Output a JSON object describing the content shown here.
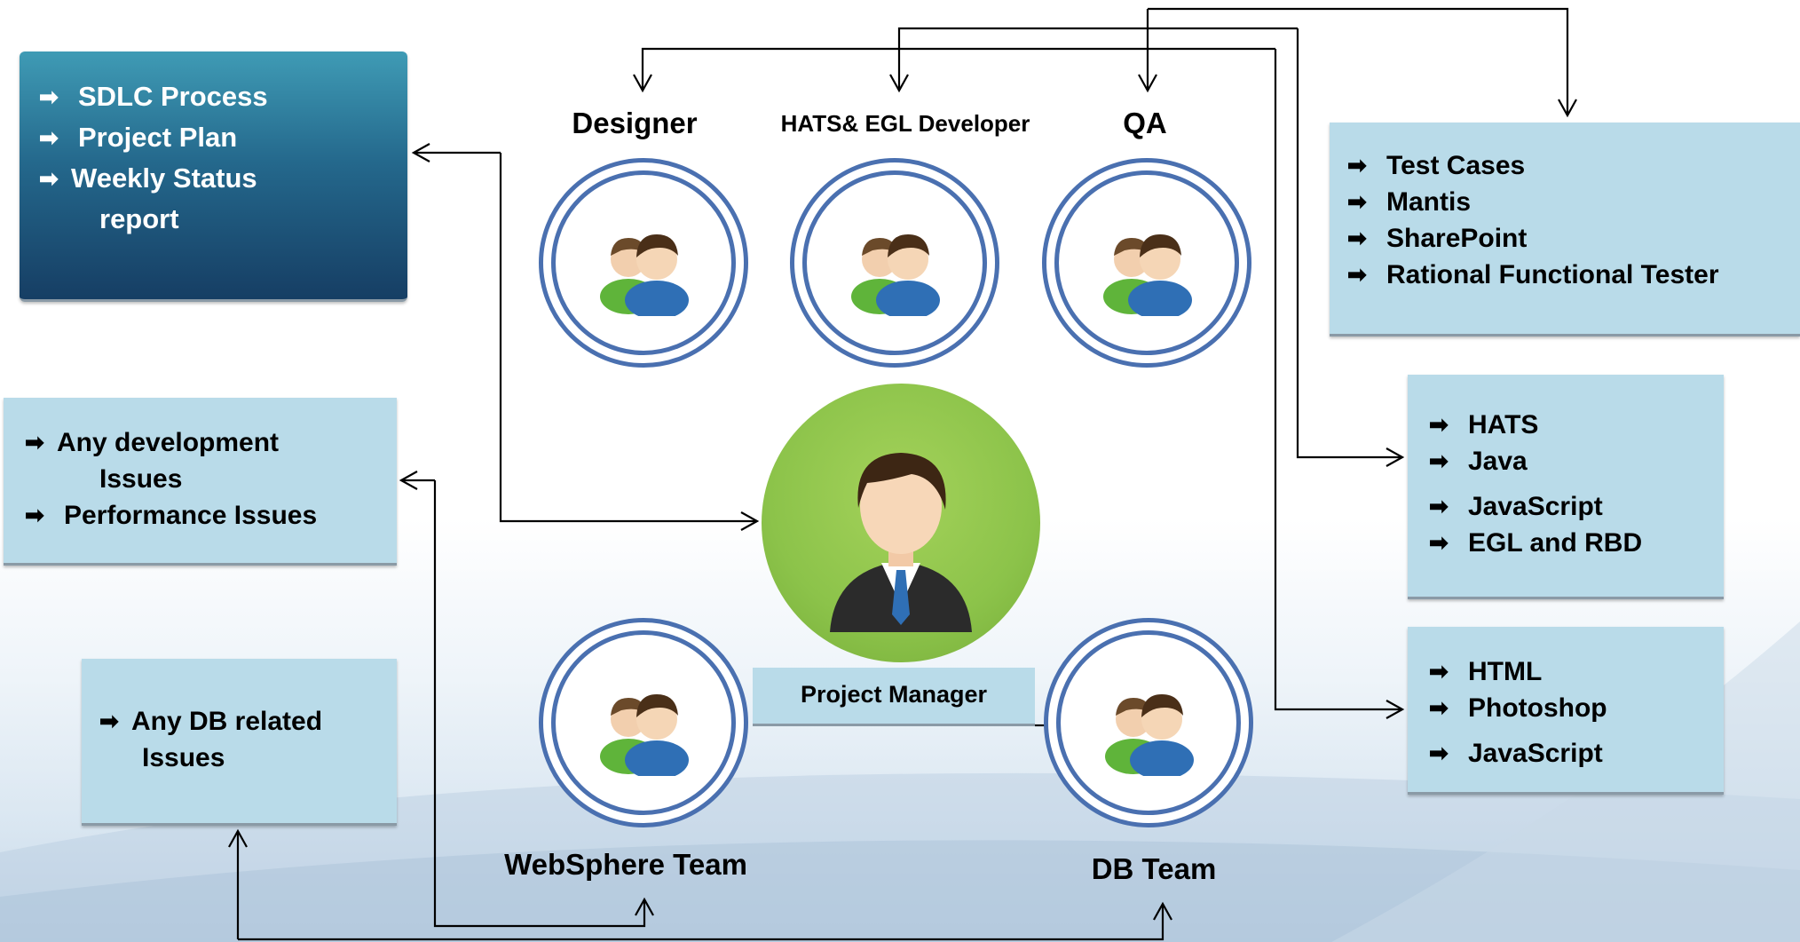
{
  "roles": {
    "designer": "Designer",
    "hats_egl_developer": "HATS& EGL Developer",
    "qa": "QA",
    "project_manager": "Project Manager",
    "websphere_team": "WebSphere Team",
    "db_team": "DB Team"
  },
  "boxes": {
    "pm_deliverables": {
      "items": [
        "SDLC Process",
        "Project Plan",
        "Weekly Status",
        "report"
      ]
    },
    "qa_tools": {
      "items": [
        "Test Cases",
        "Mantis",
        "SharePoint",
        "Rational Functional Tester"
      ]
    },
    "dev_issues": {
      "items": [
        "Any development",
        "Issues",
        "Performance  Issues"
      ]
    },
    "dev_skills": {
      "items": [
        "HATS",
        "Java",
        "JavaScript",
        "EGL and RBD"
      ]
    },
    "db_issues": {
      "items": [
        "Any DB related",
        "Issues"
      ]
    },
    "designer_skills": {
      "items": [
        "HTML",
        "Photoshop",
        "JavaScript"
      ]
    }
  },
  "icons": {
    "bullet": "➡",
    "team": "team-icon",
    "manager": "manager-icon"
  },
  "colors": {
    "box_fill": "#b9dbe9",
    "dark_box_top": "#3f9bb5",
    "dark_box_bottom": "#163e64",
    "ring": "#4a70b0",
    "pm_green": "#8cc34a"
  }
}
